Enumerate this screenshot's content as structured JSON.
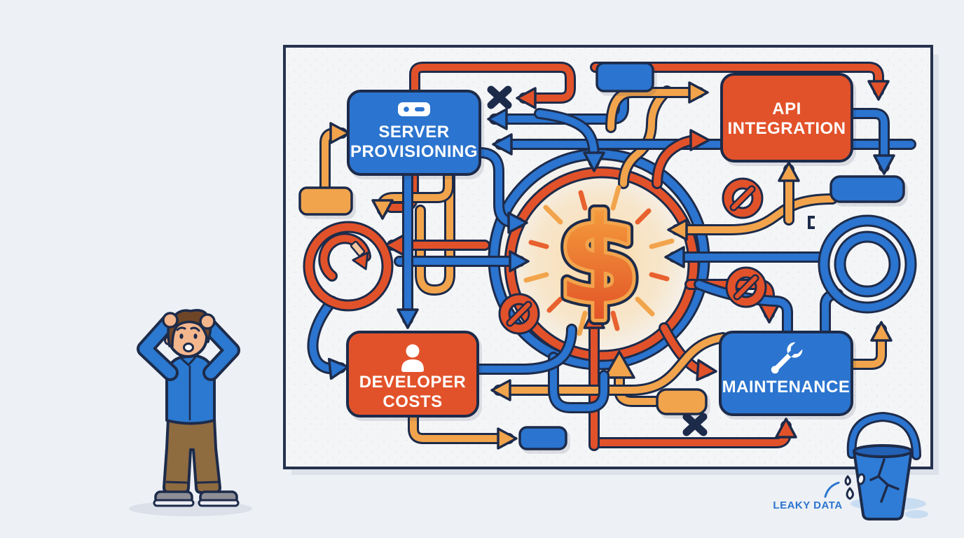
{
  "scene": {
    "background_color": "#edf0f5",
    "board": {
      "fill": "#f4f5f7",
      "border_color": "#26324e"
    },
    "palette": {
      "blue": "#2b74cf",
      "red": "#e2522a",
      "amber": "#f2a44c",
      "navy": "#1d2b4a"
    }
  },
  "boxes": {
    "server_provisioning": {
      "lines": [
        "SERVER",
        "PROVISIONING"
      ],
      "color": "#2b74cf",
      "icon": "server-icon"
    },
    "api_integration": {
      "lines": [
        "API",
        "INTEGRATION"
      ],
      "color": "#e2522a",
      "icon": ""
    },
    "developer_costs": {
      "lines": [
        "DEVELOPER",
        "COSTS"
      ],
      "color": "#e2522a",
      "icon": "user-icon"
    },
    "maintenance": {
      "lines": [
        "MAINTENANCE"
      ],
      "color": "#2b74cf",
      "icon": "wrench-icon"
    }
  },
  "center": {
    "symbol": "$"
  },
  "caption": {
    "leaky_data": "LEAKY DATA"
  },
  "icons": [
    "server-icon",
    "user-icon",
    "wrench-icon",
    "dollar-icon",
    "refresh-loop-icon",
    "no-entry-icon",
    "x-mark-icon",
    "leaky-bucket-icon"
  ]
}
